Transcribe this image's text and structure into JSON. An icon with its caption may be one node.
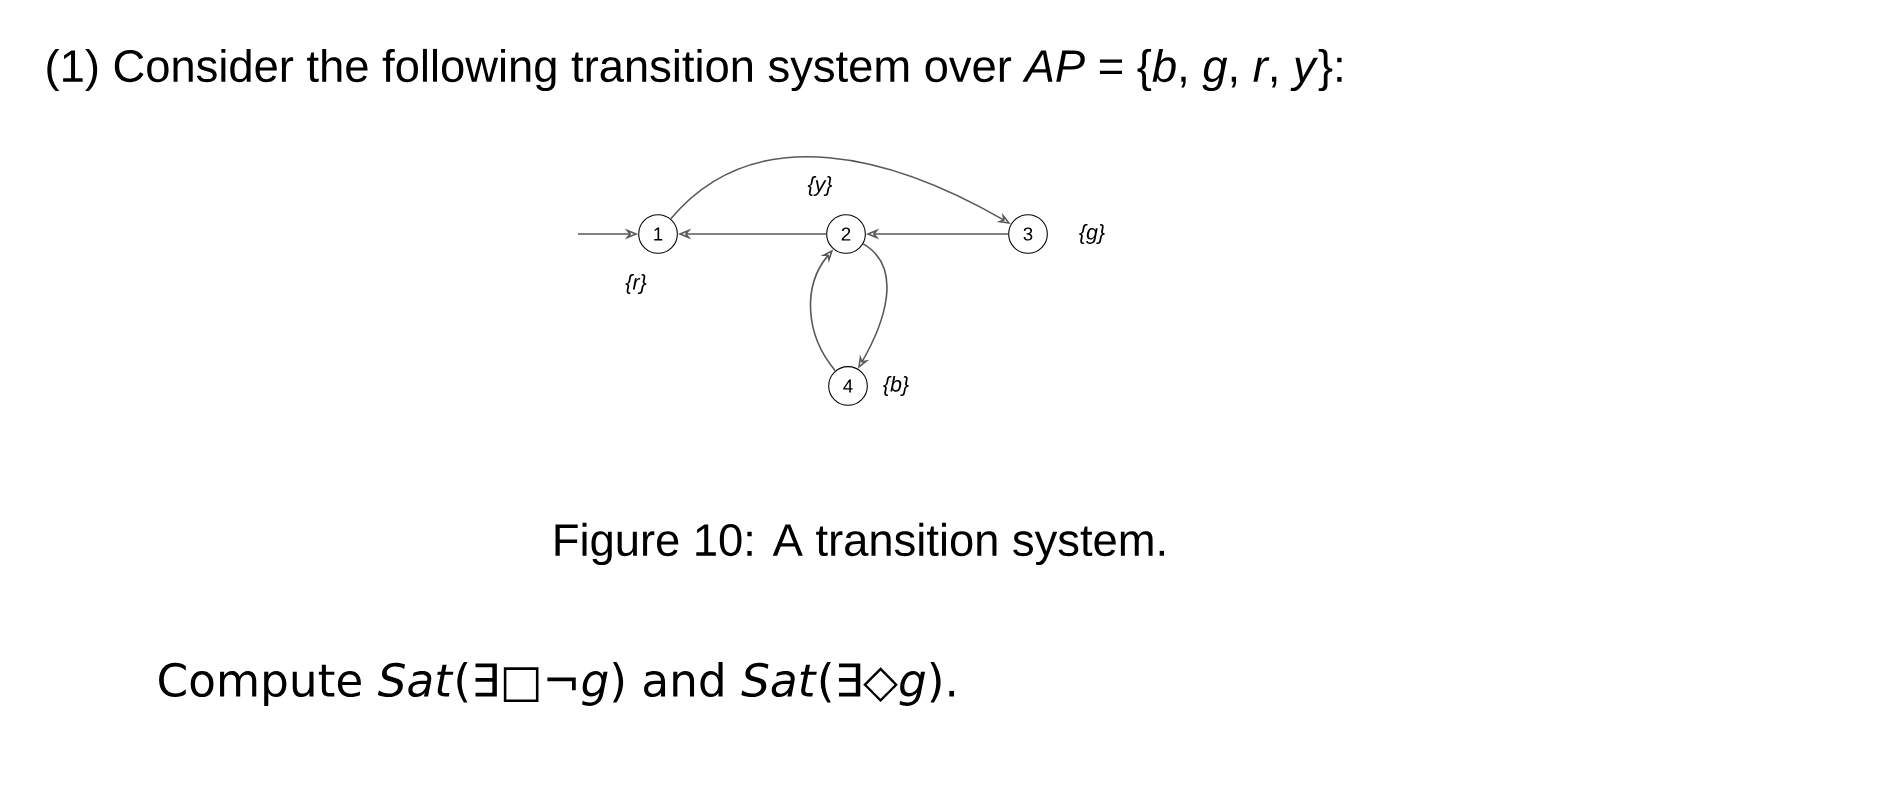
{
  "diagram": {
    "caption": "Figure 10: A transition system.",
    "nodes": [
      {
        "text": [
          "1"
        ],
        "beside": [
          "{r}"
        ]
      },
      {
        "text": [
          "2"
        ],
        "beside": [
          "{y}"
        ]
      },
      {
        "text": [
          "3"
        ],
        "beside": [
          "{g}"
        ]
      },
      {
        "text": [
          "4"
        ],
        "beside": [
          "{b}"
        ]
      }
    ],
    "edges": [
      {
        "from": null,
        "to": 0,
        "arrow": "to"
      },
      {
        "from": 0,
        "to": 2,
        "arrow": "to"
      },
      {
        "from": 1,
        "to": 0,
        "arrow": "to"
      },
      {
        "from": 2,
        "to": 1,
        "arrow": "to"
      },
      {
        "from": 1,
        "to": 3,
        "arrow": "to"
      },
      {
        "from": 3,
        "to": 1,
        "arrow": "to"
      }
    ],
    "labels": [
      "(1) Consider the following transition system over *AP* = {*b*, *g*, *r*, *y*}:",
      "Compute *Sat*(∃□¬*g*) and *Sat*(∃◇*g*)."
    ]
  }
}
